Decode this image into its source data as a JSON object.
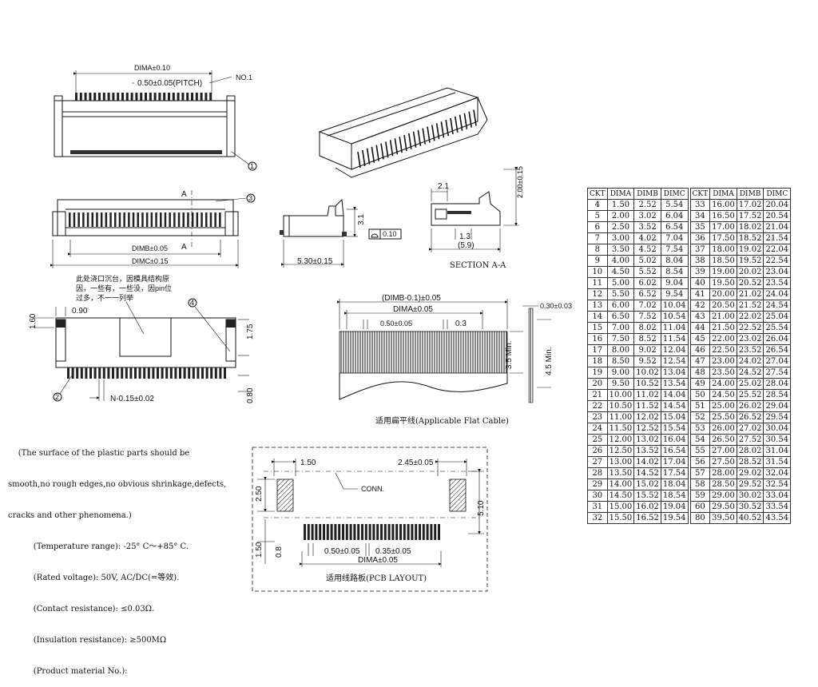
{
  "top_view": {
    "dima": "DIMA±0.10",
    "pitch": "0.50±0.05(PITCH)",
    "no1": "NO.1",
    "callout_1": "1"
  },
  "front_view": {
    "section_a_top": "A",
    "section_a_bottom": "A",
    "dimb": "DIMB±0.05",
    "dimc": "DIMC±0.15",
    "callout_3": "3"
  },
  "side_view": {
    "height": "3.1",
    "width": "5.30±0.15",
    "flatness": "0.10"
  },
  "section": {
    "dim_21": "2.1",
    "dim_200": "2.00±0.15",
    "dim_13": "1.3",
    "dim_59": "(5.9)",
    "title": "SECTION A-A"
  },
  "bottom_view": {
    "note": "此处浇口沉台，因模具结构原\n因，一些有，一些没，因pin位\n过多，不一一列举",
    "dim_090": "0.90",
    "dim_160": "1.60",
    "dim_175": "1.75",
    "dim_080": "0.80",
    "n_dim": "N-0.15±0.02",
    "callout_2": "2",
    "callout_4": "4"
  },
  "fpc": {
    "dimb_minus": "(DIMB-0.1)±0.05",
    "dima": "DIMA±0.05",
    "pitch": "0.50±0.05",
    "width03": "0.3",
    "min35": "3.5 Min.",
    "min45": "4.5 Min.",
    "thickness": "0.30±0.03",
    "caption": "适用扁平线(Applicable Flat Cable)"
  },
  "pcb": {
    "dim_150_top": "1.50",
    "dim_245": "2.45±0.05",
    "dim_250": "2.50",
    "conn": "CONN.",
    "dim_510": "5.10",
    "dim_150_bottom": "1.50",
    "dim_08": "0.8",
    "pitch": "0.50±0.05",
    "pad": "0.35±0.05",
    "dima": "DIMA±0.05",
    "caption": "适用线路板(PCB LAYOUT)"
  },
  "notes": [
    "    (The surface of the plastic parts should be",
    "smooth,no rough edges,no obvious shrinkage,defects,",
    "cracks and other phenomena.)",
    "          (Temperature range): -25° C～+85° C.",
    "          (Rated voltage): 50V, AC/DC(=等效).",
    "          (Contact resistance): ≤0.03Ω.",
    "          (Insulation resistance): ≥500MΩ",
    "          (Product material No.):"
  ],
  "table": {
    "headers": [
      "CKT",
      "DIMA",
      "DIMB",
      "DIMC",
      "CKT",
      "DIMA",
      "DIMB",
      "DIMC"
    ],
    "rows": [
      [
        "4",
        "1.50",
        "2.52",
        "5.54",
        "33",
        "16.00",
        "17.02",
        "20.04"
      ],
      [
        "5",
        "2.00",
        "3.02",
        "6.04",
        "34",
        "16.50",
        "17.52",
        "20.54"
      ],
      [
        "6",
        "2.50",
        "3.52",
        "6.54",
        "35",
        "17.00",
        "18.02",
        "21.04"
      ],
      [
        "7",
        "3.00",
        "4.02",
        "7.04",
        "36",
        "17.50",
        "18.52",
        "21.54"
      ],
      [
        "8",
        "3.50",
        "4.52",
        "7.54",
        "37",
        "18.00",
        "19.02",
        "22.04"
      ],
      [
        "9",
        "4.00",
        "5.02",
        "8.04",
        "38",
        "18.50",
        "19.52",
        "22.54"
      ],
      [
        "10",
        "4.50",
        "5.52",
        "8.54",
        "39",
        "19.00",
        "20.02",
        "23.04"
      ],
      [
        "11",
        "5.00",
        "6.02",
        "9.04",
        "40",
        "19.50",
        "20.52",
        "23.54"
      ],
      [
        "12",
        "5.50",
        "6.52",
        "9.54",
        "41",
        "20.00",
        "21.02",
        "24.04"
      ],
      [
        "13",
        "6.00",
        "7.02",
        "10.04",
        "42",
        "20.50",
        "21.52",
        "24.54"
      ],
      [
        "14",
        "6.50",
        "7.52",
        "10.54",
        "43",
        "21.00",
        "22.02",
        "25.04"
      ],
      [
        "15",
        "7.00",
        "8.02",
        "11.04",
        "44",
        "21.50",
        "22.52",
        "25.54"
      ],
      [
        "16",
        "7.50",
        "8.52",
        "11.54",
        "45",
        "22.00",
        "23.02",
        "26.04"
      ],
      [
        "17",
        "8.00",
        "9.02",
        "12.04",
        "46",
        "22.50",
        "23.52",
        "26.54"
      ],
      [
        "18",
        "8.50",
        "9.52",
        "12.54",
        "47",
        "23.00",
        "24.02",
        "27.04"
      ],
      [
        "19",
        "9.00",
        "10.02",
        "13.04",
        "48",
        "23.50",
        "24.52",
        "27.54"
      ],
      [
        "20",
        "9.50",
        "10.52",
        "13.54",
        "49",
        "24.00",
        "25.02",
        "28.04"
      ],
      [
        "21",
        "10.00",
        "11.02",
        "14.04",
        "50",
        "24.50",
        "25.52",
        "28.54"
      ],
      [
        "22",
        "10.50",
        "11.52",
        "14.54",
        "51",
        "25.00",
        "26.02",
        "29.04"
      ],
      [
        "23",
        "11.00",
        "12.02",
        "15.04",
        "52",
        "25.50",
        "26.52",
        "29.54"
      ],
      [
        "24",
        "11.50",
        "12.52",
        "15.54",
        "53",
        "26.00",
        "27.02",
        "30.04"
      ],
      [
        "25",
        "12.00",
        "13.02",
        "16.04",
        "54",
        "26.50",
        "27.52",
        "30.54"
      ],
      [
        "26",
        "12.50",
        "13.52",
        "16.54",
        "55",
        "27.00",
        "28.02",
        "31.04"
      ],
      [
        "27",
        "13.00",
        "14.02",
        "17.04",
        "56",
        "27.50",
        "28.52",
        "31.54"
      ],
      [
        "28",
        "13.50",
        "14.52",
        "17.54",
        "57",
        "28.00",
        "29.02",
        "32.04"
      ],
      [
        "29",
        "14.00",
        "15.02",
        "18.04",
        "58",
        "28.50",
        "29.52",
        "32.54"
      ],
      [
        "30",
        "14.50",
        "15.52",
        "18.54",
        "59",
        "29.00",
        "30.02",
        "33.04"
      ],
      [
        "31",
        "15.00",
        "16.02",
        "19.04",
        "60",
        "29.50",
        "30.52",
        "33.54"
      ],
      [
        "32",
        "15.50",
        "16.52",
        "19.54",
        "80",
        "39.50",
        "40.52",
        "43.54"
      ]
    ]
  }
}
